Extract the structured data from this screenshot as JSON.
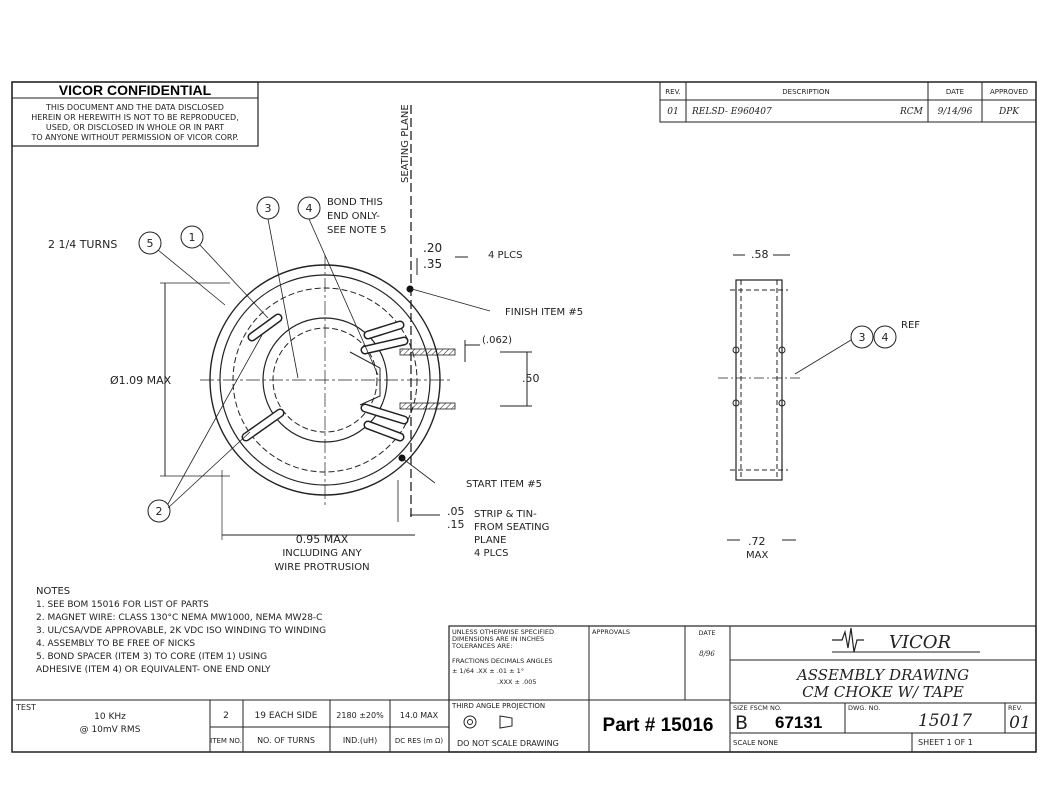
{
  "confidential": {
    "title": "VICOR   CONFIDENTIAL",
    "lines": [
      "THIS DOCUMENT AND THE DATA DISCLOSED",
      "HEREIN OR HEREWITH IS NOT TO BE REPRODUCED,",
      "USED, OR DISCLOSED IN WHOLE OR IN PART",
      "TO ANYONE WITHOUT PERMISSION OF VICOR CORP."
    ]
  },
  "revision_block": {
    "headers": {
      "rev": "REV.",
      "description": "DESCRIPTION",
      "date": "DATE",
      "approved": "APPROVED"
    },
    "row": {
      "rev": "01",
      "description": "RELSD- E960407",
      "by": "RCM",
      "date": "9/14/96",
      "approved": "DPK"
    }
  },
  "drawing": {
    "seating_plane": "SEATING PLANE",
    "turns_label": "2 1/4 TURNS",
    "balloons": [
      "1",
      "2",
      "3",
      "4",
      "5"
    ],
    "bond_note": [
      "BOND THIS",
      "END ONLY-",
      "SEE NOTE 5"
    ],
    "dim_20": ".20",
    "dim_35": ".35",
    "plcs4": "4 PLCS",
    "finish": "FINISH ITEM #5",
    "start": "START ITEM #5",
    "dim_062": "(.062)",
    "dim_50": ".50",
    "dia": "Ø1.09 MAX",
    "dim_05": ".05",
    "dim_15": ".15",
    "strip_note": [
      "STRIP & TIN-",
      "FROM SEATING",
      "PLANE",
      "4 PLCS"
    ],
    "width_label": [
      "0.95  MAX",
      "INCLUDING ANY",
      "WIRE PROTRUSION"
    ],
    "side_58": ".58",
    "side_72": [
      ".72",
      "MAX"
    ],
    "ref": "REF"
  },
  "notes": {
    "title": "NOTES",
    "items": [
      "1. SEE BOM 15016 FOR LIST OF PARTS",
      "2. MAGNET WIRE: CLASS 130°C NEMA MW1000, NEMA MW28-C",
      "3. UL/CSA/VDE APPROVABLE, 2K VDC ISO WINDING TO WINDING",
      "4. ASSEMBLY TO BE FREE OF NICKS",
      "5. BOND SPACER (ITEM 3) TO CORE (ITEM 1) USING",
      "    ADHESIVE (ITEM 4) OR EQUIVALENT- ONE END ONLY"
    ]
  },
  "test_table": {
    "label": "TEST",
    "freq": "10 KHz",
    "level": "@ 10mV RMS",
    "item": "2",
    "item_label": "ITEM NO.",
    "turns": "19 EACH SIDE",
    "turns_label": "NO. OF TURNS",
    "ind": "2180 ±20%",
    "ind_label": "IND.(uH)",
    "dcr": "14.0 MAX",
    "dcr_label": "DC RES (m Ω)"
  },
  "title_block": {
    "tolerance": [
      "UNLESS OTHERWISE SPECIFIED",
      "DIMENSIONS ARE IN INCHES",
      "TOLERANCES ARE:"
    ],
    "tol_head": "FRACTIONS  DECIMALS  ANGLES",
    "tol_vals1": "± 1/64    .XX ± .01    ± 1°",
    "tol_vals2": ".XXX ± .005",
    "projection": "THIRD ANGLE PROJECTION",
    "no_scale": "DO NOT SCALE DRAWING",
    "approvals": "APPROVALS",
    "date": "DATE",
    "date_val": "8/96",
    "part": "Part # 15016",
    "logo": "VICOR",
    "title1": "ASSEMBLY DRAWING",
    "title2": "CM CHOKE W/ TAPE",
    "size_label": "SIZE",
    "size": "B",
    "fscm_label": "FSCM NO.",
    "fscm": "67131",
    "dwg_label": "DWG. NO.",
    "dwg": "15017",
    "rev_label": "REV.",
    "rev": "01",
    "scale": "SCALE  NONE",
    "sheet": "SHEET  1  OF  1"
  }
}
